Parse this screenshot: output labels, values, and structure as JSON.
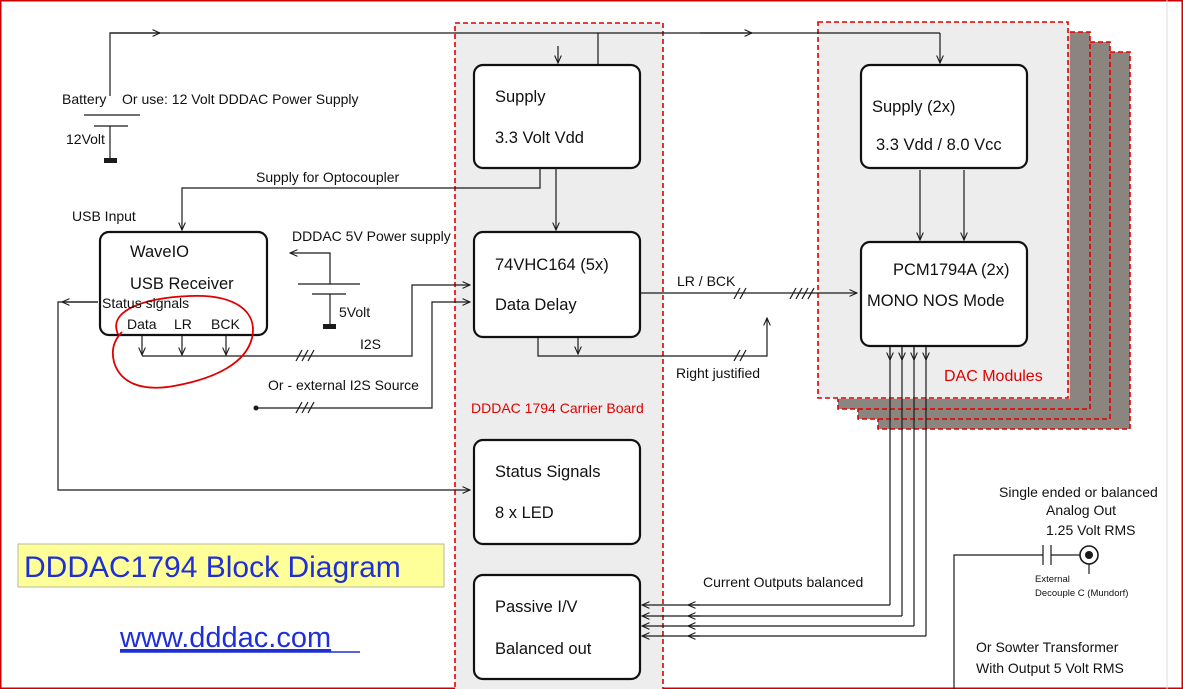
{
  "diagram": {
    "title": "DDDAC1794 Block Diagram",
    "url": "www.dddac.com",
    "colors": {
      "title_bg": "#ffff99",
      "title_fg": "#1f2fd8",
      "accent_red": "#e00000",
      "panel_gray": "#ededed",
      "stack_gray": "#8a857e"
    },
    "carrier": {
      "label": "DDDAC 1794 Carrier Board"
    },
    "dac_group": {
      "label": "DAC Modules"
    },
    "blocks": {
      "supply": {
        "line1": "Supply",
        "line2": "3.3 Volt Vdd"
      },
      "delay": {
        "line1": "74VHC164 (5x)",
        "line2": "Data Delay"
      },
      "status": {
        "line1": "Status Signals",
        "line2": "8 x LED"
      },
      "iv": {
        "line1": "Passive I/V",
        "line2": "Balanced out"
      },
      "waveio": {
        "line1": "WaveIO",
        "line2": "USB Receiver"
      },
      "dac_supply": {
        "line1": "Supply (2x)",
        "line2": "3.3 Vdd / 8.0 Vcc"
      },
      "pcm": {
        "line1": "PCM1794A (2x)",
        "line2": "MONO NOS Mode"
      }
    },
    "labels": {
      "battery": "Battery",
      "or_use": "Or use: 12 Volt DDDAC Power Supply",
      "twelve_volt": "12Volt",
      "supply_opto": "Supply for Optocoupler",
      "usb_input": "USB Input",
      "psu_5v": "DDDAC 5V Power supply",
      "five_volt": "5Volt",
      "status_signals": "Status signals",
      "data": "Data",
      "lr": "LR",
      "bck": "BCK",
      "i2s": "I2S",
      "ext_i2s": "Or - external I2S Source",
      "lr_bck": "LR / BCK",
      "right_justified": "Right justified",
      "current_outputs": "Current Outputs balanced",
      "analog_out_1": "Single ended or balanced",
      "analog_out_2": "Analog Out",
      "analog_out_3": "1.25 Volt RMS",
      "external": "External",
      "decouple": "Decouple C (Mundorf)",
      "sowter_1": "Or Sowter Transformer",
      "sowter_2": "With Output 5 Volt RMS"
    }
  }
}
